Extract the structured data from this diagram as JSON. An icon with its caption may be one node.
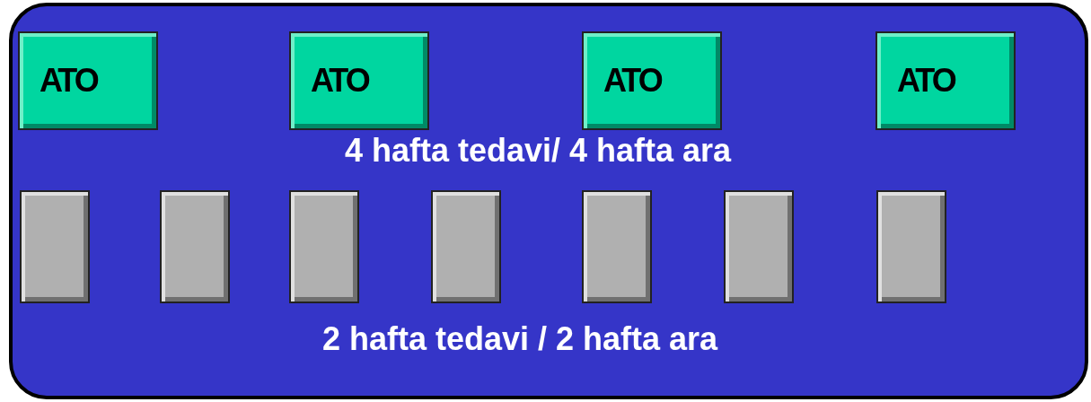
{
  "diagram": {
    "nodes": [
      {
        "text": [],
        "shape": "box"
      },
      {
        "text": [
          "ATO"
        ],
        "in": 0
      },
      {
        "text": [
          "ATO"
        ],
        "in": 0
      },
      {
        "text": [
          "ATO"
        ],
        "in": 0
      },
      {
        "text": [
          "ATO"
        ],
        "in": 0
      },
      {
        "text": [],
        "shape": "box",
        "in": 0
      },
      {
        "text": [],
        "shape": "box",
        "in": 0
      },
      {
        "text": [],
        "shape": "box",
        "in": 0
      },
      {
        "text": [],
        "shape": "box",
        "in": 0
      },
      {
        "text": [],
        "shape": "box",
        "in": 0
      },
      {
        "text": [],
        "shape": "box",
        "in": 0
      },
      {
        "text": [],
        "shape": "box",
        "in": 0
      }
    ],
    "labels": [
      "4 hafta tedavi/ 4 hafta ara",
      "2 hafta tedavi / 2 hafta ara"
    ]
  }
}
